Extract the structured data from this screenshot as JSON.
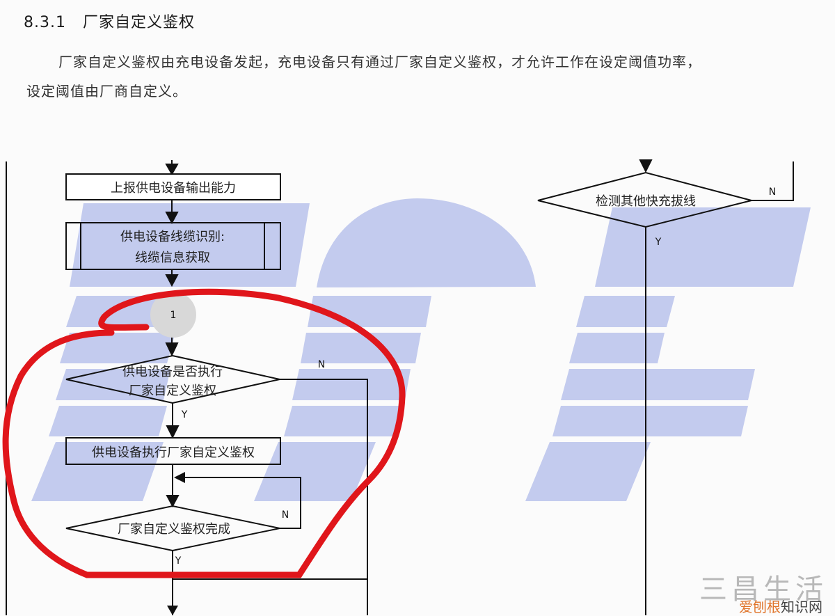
{
  "document": {
    "section_number": "8.3.1",
    "section_title": "厂家自定义鉴权",
    "paragraph_line1": "厂家自定义鉴权由充电设备发起，充电设备只有通过厂家自定义鉴权，才允许工作在设定阈值功率，",
    "paragraph_line2": "设定阈值由厂商自定义。"
  },
  "flowchart": {
    "nodes": {
      "report_capability": "上报供电设备输出能力",
      "cable_identify_line1": "供电设备线缆识别:",
      "cable_identify_line2": "线缆信息获取",
      "connector": "1",
      "decision_execute_line1": "供电设备是否执行",
      "decision_execute_line2": "厂家自定义鉴权",
      "execute_auth": "供电设备执行厂家自定义鉴权",
      "decision_complete": "厂家自定义鉴权完成",
      "detect_other_unplug": "检测其他快充拔线"
    },
    "labels": {
      "yes": "Y",
      "no": "N"
    },
    "highlight_color": "#e0161b",
    "watermark_color": "#c3cbee"
  },
  "watermark": {
    "brand_large": "三昌生活",
    "brand_small_a": "爱刨根",
    "brand_small_b": "知识网"
  }
}
